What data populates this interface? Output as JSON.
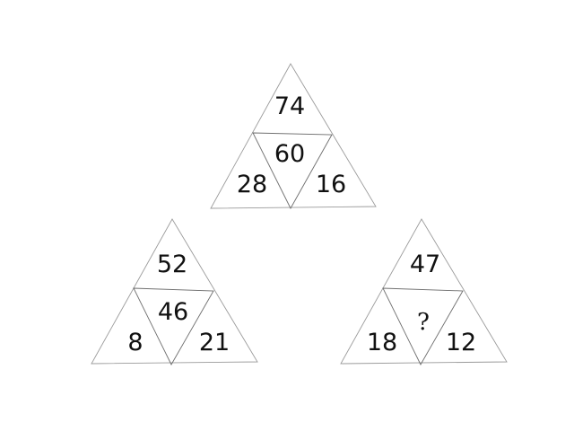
{
  "triangles": [
    {
      "top": "74",
      "center": "60",
      "left": "28",
      "right": "16"
    },
    {
      "top": "52",
      "center": "46",
      "left": "8",
      "right": "21"
    },
    {
      "top": "47",
      "center": "?",
      "left": "18",
      "right": "12"
    }
  ]
}
